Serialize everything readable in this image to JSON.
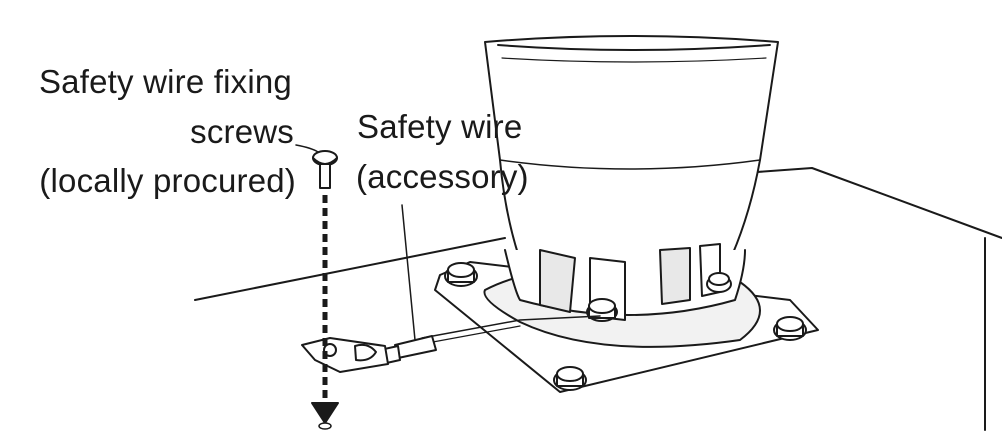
{
  "labels": {
    "fixing_screws": {
      "line1": "Safety wire fixing",
      "line2": "screws",
      "line3": "(locally procured)"
    },
    "safety_wire": {
      "line1": "Safety wire",
      "line2": "(accessory)"
    }
  },
  "colors": {
    "line": "#1a1a1a",
    "fill": "#ffffff",
    "shade": "#e8e8e8"
  }
}
